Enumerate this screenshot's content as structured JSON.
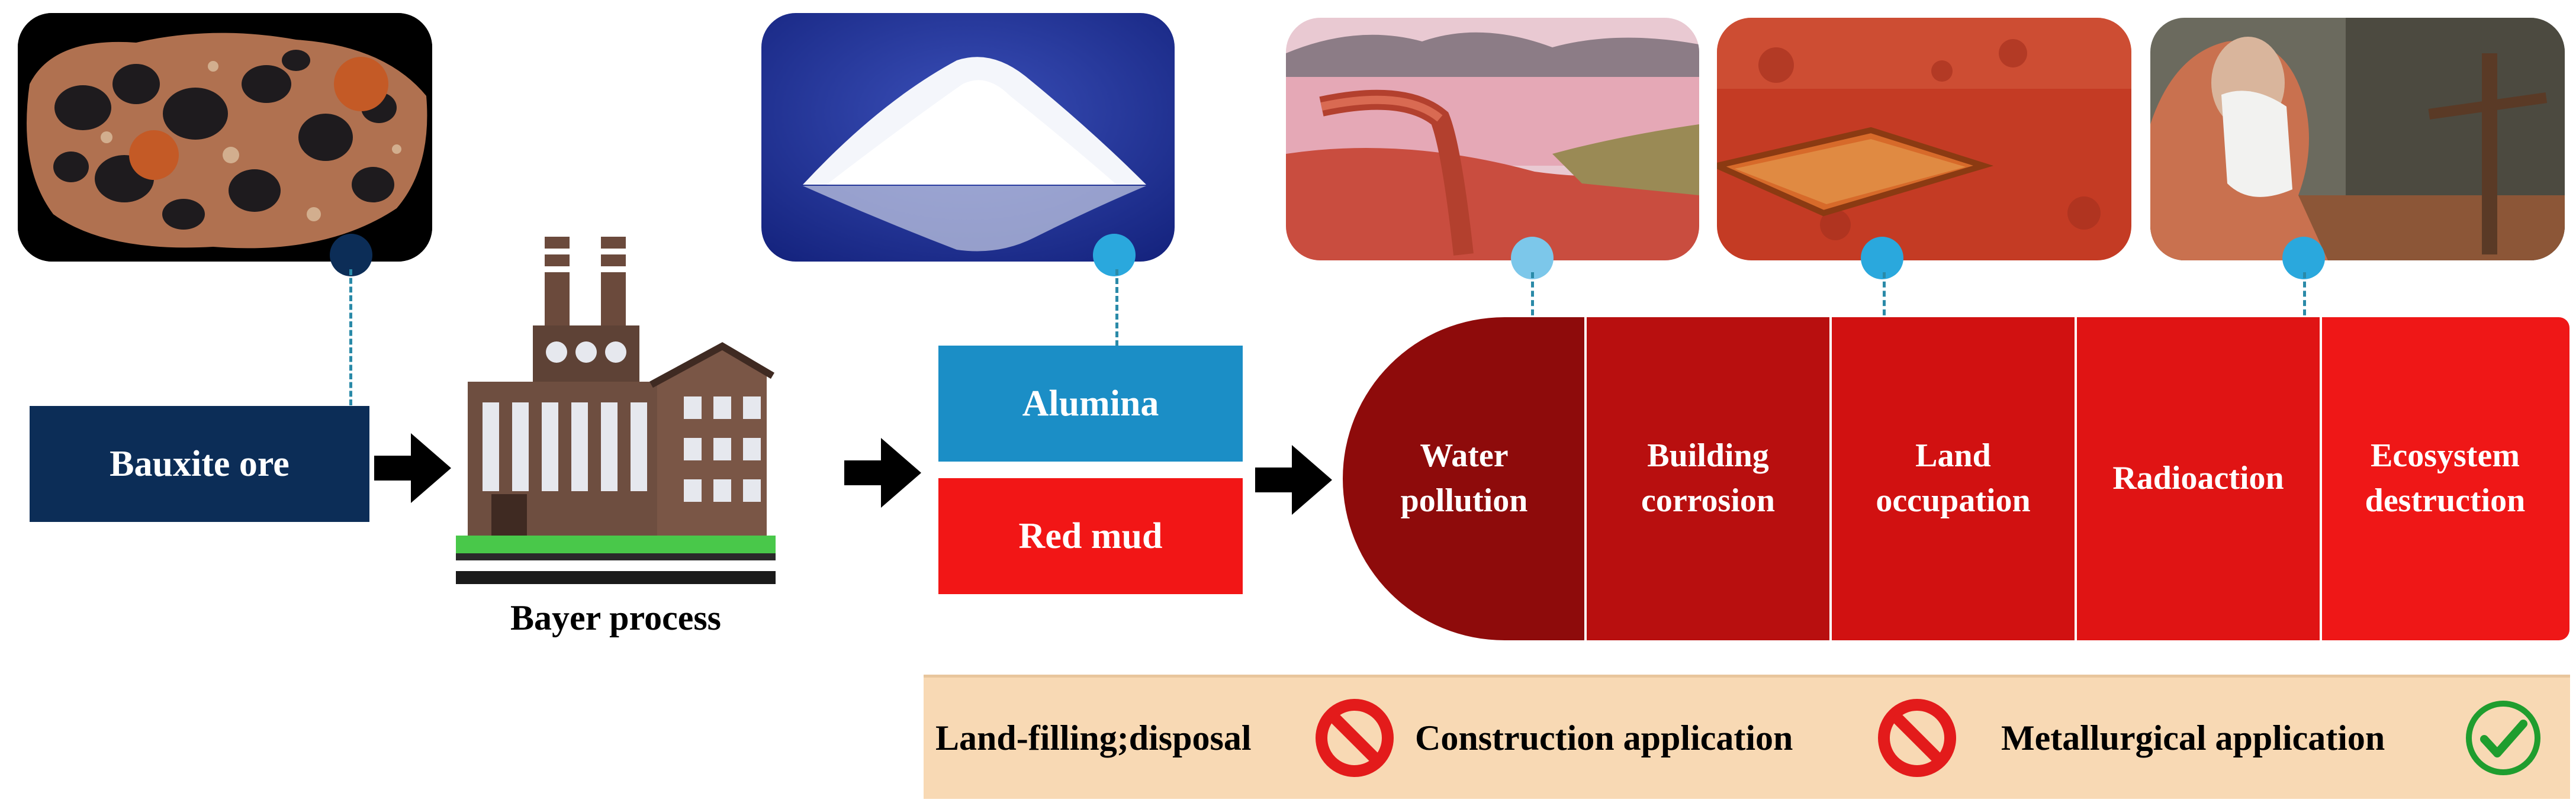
{
  "source": {
    "label": "Bauxite ore",
    "color": "#0c2d57"
  },
  "process": {
    "label": "Bayer process"
  },
  "products": [
    {
      "label": "Alumina",
      "color": "#1b8ec6"
    },
    {
      "label": "Red mud",
      "color": "#f21616"
    }
  ],
  "impacts": [
    {
      "label": "Water\npollution",
      "color": "#8e0b0b"
    },
    {
      "label": "Building\ncorrosion",
      "color": "#b80f0f"
    },
    {
      "label": "Land\noccupation",
      "color": "#d11111"
    },
    {
      "label": "Radioaction",
      "color": "#e01414"
    },
    {
      "label": "Ecosystem\ndestruction",
      "color": "#ef1717"
    }
  ],
  "applications": [
    {
      "label": "Land-filling;disposal",
      "status": "prohibited",
      "icon": "no-entry-icon"
    },
    {
      "label": "Construction application",
      "status": "prohibited",
      "icon": "no-entry-icon"
    },
    {
      "label": "Metallurgical application",
      "status": "approved",
      "icon": "check-circle-icon"
    }
  ],
  "colors": {
    "pin_dark": "#0c2d57",
    "pin_light": "#2aa8dd",
    "pin_pale": "#7cc7ea",
    "strip": "#f8d9b4",
    "prohibited": "#e31b1b",
    "approved": "#1f9d2e",
    "arrow": "#000000"
  }
}
